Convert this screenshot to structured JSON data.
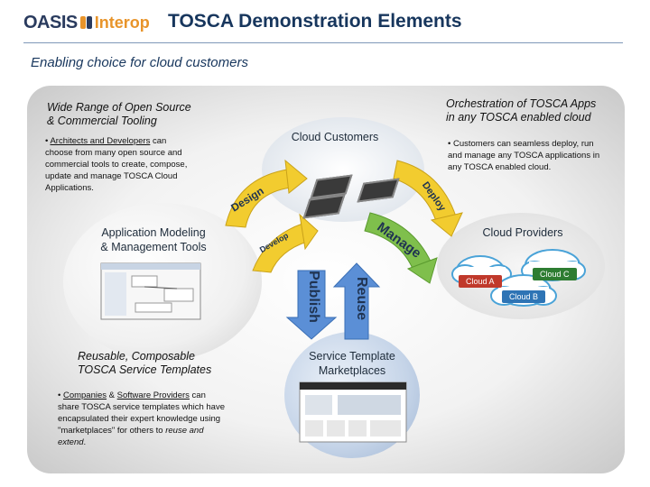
{
  "header": {
    "logo_oasis": "OASIS",
    "logo_interop": "Interop",
    "title": "TOSCA Demonstration Elements"
  },
  "subtitle": "Enabling choice for cloud customers",
  "left_top": {
    "heading_line1": "Wide Range of Open Source",
    "heading_line2": "& Commercial Tooling",
    "bullet_underlined": "Architects and Developers",
    "bullet_rest": " can choose from many open source and commercial tools to create, compose, update and manage TOSCA Cloud Applications."
  },
  "right_top": {
    "heading_line1": "Orchestration of  TOSCA Apps",
    "heading_line2": "in any TOSCA enabled cloud",
    "bullet": "Customers can seamless deploy, run and manage any TOSCA applications in any TOSCA enabled cloud."
  },
  "center": {
    "label": "Cloud Customers"
  },
  "tools": {
    "label_line1": "Application Modeling",
    "label_line2": "& Management Tools"
  },
  "providers": {
    "label": "Cloud Providers",
    "cloud_a": "Cloud A",
    "cloud_b": "Cloud B",
    "cloud_c": "Cloud C"
  },
  "market": {
    "label_line1": "Service Template",
    "label_line2": "Marketplaces"
  },
  "left_bottom": {
    "heading_line1": "Reusable, Composable",
    "heading_line2": "TOSCA Service Templates",
    "bullet_u1": "Companies",
    "bullet_amp": " & ",
    "bullet_u2": "Software Providers",
    "bullet_rest": " can share TOSCA service templates which have encapsulated their expert knowledge using \"marketplaces\"  for others to ",
    "bullet_italic": "reuse and extend",
    "bullet_end": "."
  },
  "arrows": {
    "design": "Design",
    "develop": "Develop",
    "deploy": "Deploy",
    "manage": "Manage",
    "publish": "Publish",
    "reuse": "Reuse"
  },
  "colors": {
    "arrow_yellow": "#f2cc2f",
    "arrow_green": "#7fbf4c",
    "arrow_blue": "#5b8fd6",
    "cloud_a": "#c0392b",
    "cloud_b": "#2e74b5",
    "cloud_c": "#2e7d32"
  }
}
